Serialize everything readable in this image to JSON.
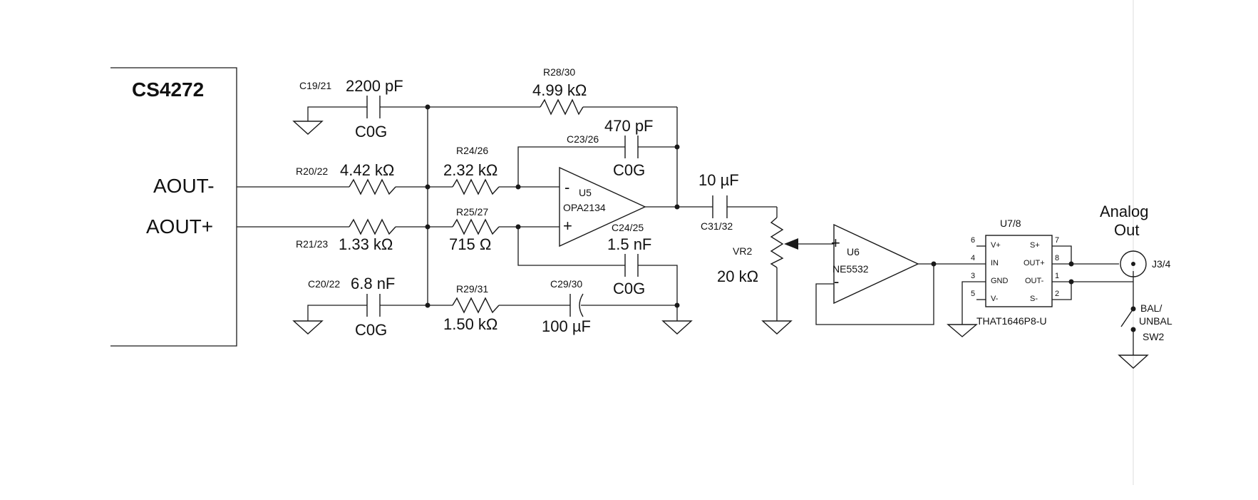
{
  "dac": {
    "name": "CS4272",
    "out_neg": "AOUT-",
    "out_pos": "AOUT+"
  },
  "c19": {
    "ref": "C19/21",
    "value": "2200 pF",
    "dielectric": "C0G"
  },
  "r28": {
    "ref": "R28/30",
    "value": "4.99 kΩ"
  },
  "c23": {
    "ref": "C23/26",
    "value": "470 pF",
    "dielectric": "C0G"
  },
  "r20": {
    "ref": "R20/22",
    "value": "4.42 kΩ"
  },
  "r24": {
    "ref": "R24/26",
    "value": "2.32 kΩ"
  },
  "u5": {
    "ref": "U5",
    "part": "OPA2134",
    "minus": "-",
    "plus": "+"
  },
  "r21": {
    "ref": "R21/23",
    "value": "1.33 kΩ"
  },
  "r25": {
    "ref": "R25/27",
    "value": "715 Ω"
  },
  "c24": {
    "ref": "C24/25",
    "value": "1.5 nF",
    "dielectric": "C0G"
  },
  "c20": {
    "ref": "C20/22",
    "value": "6.8 nF",
    "dielectric": "C0G"
  },
  "r29": {
    "ref": "R29/31",
    "value": "1.50 kΩ"
  },
  "c29": {
    "ref": "C29/30",
    "value": "100 µF"
  },
  "c31": {
    "ref": "C31/32",
    "value": "10 µF"
  },
  "vr2": {
    "ref": "VR2",
    "value": "20 kΩ"
  },
  "u6": {
    "ref": "U6",
    "part": "NE5532",
    "minus": "-",
    "plus": "+"
  },
  "u7": {
    "ref": "U7/8",
    "part": "THAT1646P8-U",
    "pins_left": [
      {
        "num": "6",
        "name": "V+"
      },
      {
        "num": "4",
        "name": "IN"
      },
      {
        "num": "3",
        "name": "GND"
      },
      {
        "num": "5",
        "name": "V-"
      }
    ],
    "pins_right": [
      {
        "num": "7",
        "name": "S+"
      },
      {
        "num": "8",
        "name": "OUT+"
      },
      {
        "num": "1",
        "name": "OUT-"
      },
      {
        "num": "2",
        "name": "S-"
      }
    ]
  },
  "output": {
    "title_line1": "Analog",
    "title_line2": "Out",
    "jack_ref": "J3/4"
  },
  "sw2": {
    "label_line1": "BAL/",
    "label_line2": "UNBAL",
    "ref": "SW2"
  }
}
